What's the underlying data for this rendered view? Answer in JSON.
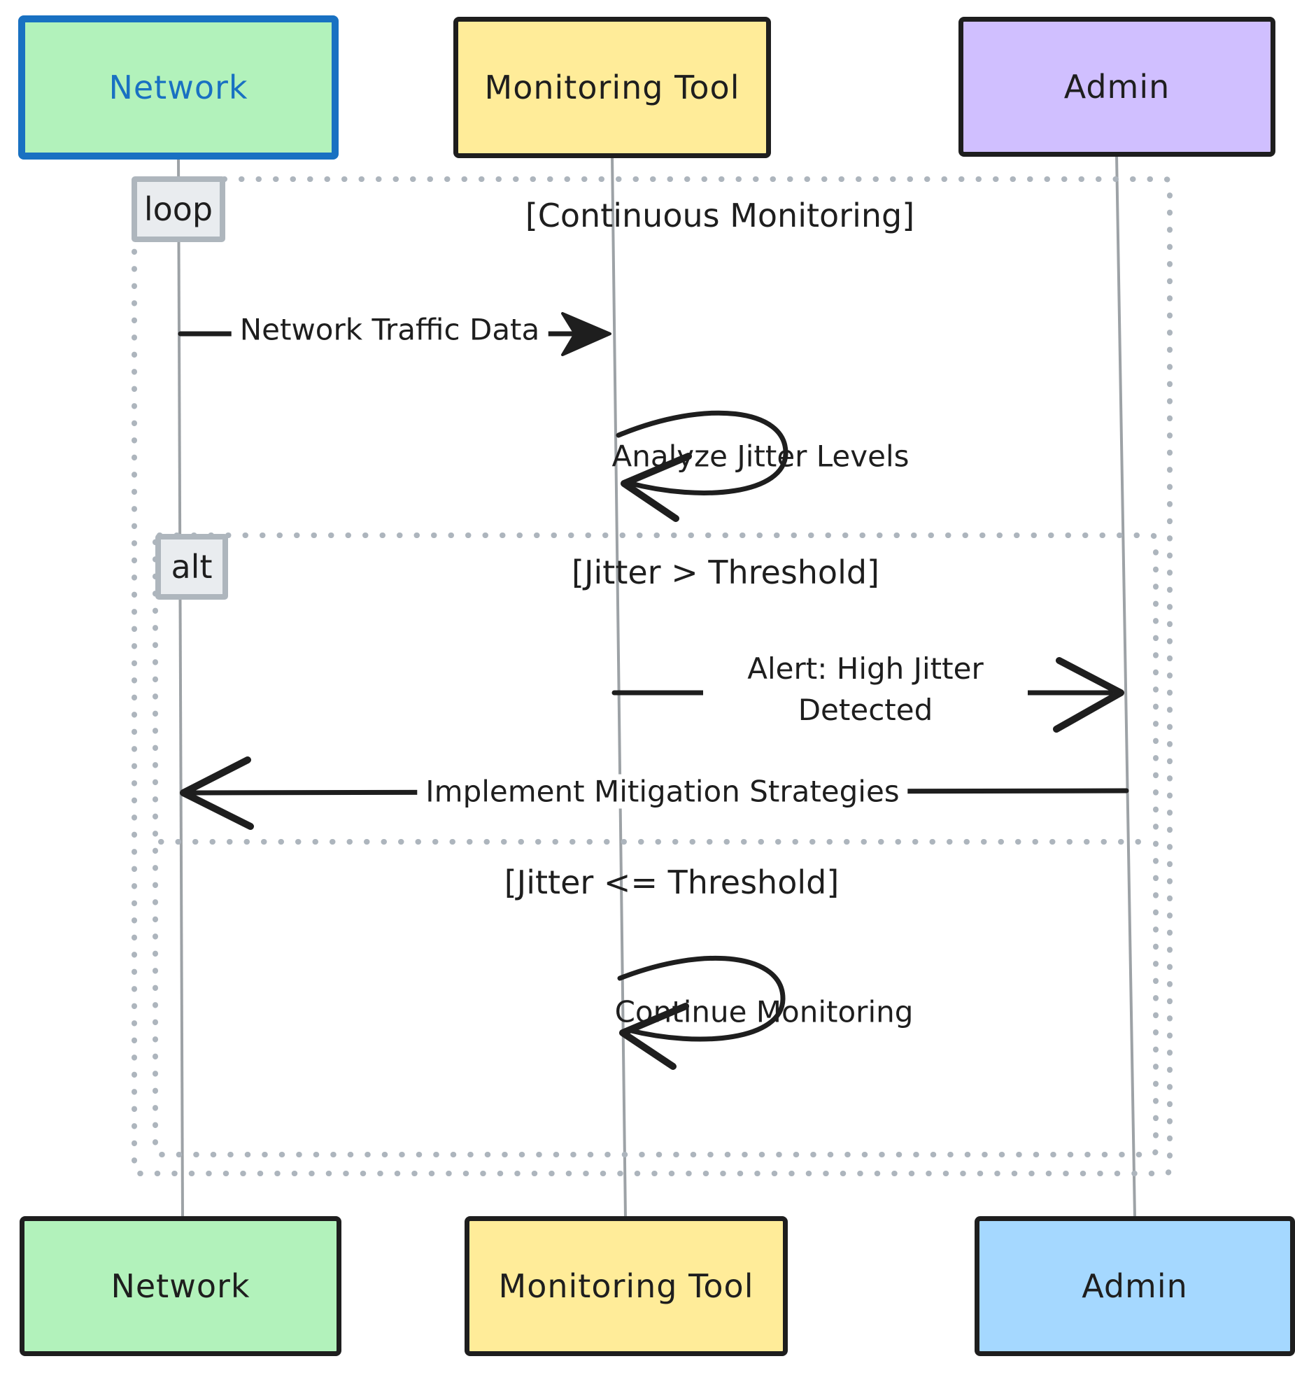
{
  "diagram_type": "sequence-diagram",
  "actors_top": [
    {
      "label": "Network",
      "fill": "#b2f2bb",
      "border": "#1971c2",
      "text_color": "#1971c2",
      "selected": true
    },
    {
      "label": "Monitoring Tool",
      "fill": "#ffec99",
      "border": "#1e1e1e",
      "text_color": "#1e1e1e",
      "selected": false
    },
    {
      "label": "Admin",
      "fill": "#d0bfff",
      "border": "#1e1e1e",
      "text_color": "#1e1e1e",
      "selected": false
    }
  ],
  "actors_bottom": [
    {
      "label": "Network",
      "fill": "#b2f2bb",
      "border": "#1e1e1e",
      "text_color": "#1e1e1e"
    },
    {
      "label": "Monitoring Tool",
      "fill": "#ffec99",
      "border": "#1e1e1e",
      "text_color": "#1e1e1e"
    },
    {
      "label": "Admin",
      "fill": "#a5d8ff",
      "border": "#1e1e1e",
      "text_color": "#1e1e1e"
    }
  ],
  "frames": {
    "loop_label": "loop",
    "loop_condition": "[Continuous Monitoring]",
    "alt_label": "alt",
    "alt_condition_if": "[Jitter > Threshold]",
    "alt_condition_else": "[Jitter <= Threshold]"
  },
  "messages": [
    {
      "label": "Network Traffic Data",
      "from": "Network",
      "to": "Monitoring Tool",
      "self": false
    },
    {
      "label": "Analyze Jitter Levels",
      "from": "Monitoring Tool",
      "to": "Monitoring Tool",
      "self": true
    },
    {
      "label": "Alert: High Jitter Detected",
      "from": "Monitoring Tool",
      "to": "Admin",
      "self": false
    },
    {
      "label": "Implement Mitigation Strategies",
      "from": "Admin",
      "to": "Network",
      "self": false
    },
    {
      "label": "Continue Monitoring",
      "from": "Monitoring Tool",
      "to": "Monitoring Tool",
      "self": true
    }
  ],
  "colors": {
    "background": "#ffffff",
    "selected_accent": "#1971c2",
    "ink": "#1e1e1e",
    "frame_dots": "#adb5bd",
    "label_box_fill": "#e9ecef",
    "label_box_border": "#aeb6bd",
    "lifeline": "#9da2a6",
    "actor_green": "#b2f2bb",
    "actor_yellow": "#ffec99",
    "actor_purple": "#d0bfff",
    "actor_blue": "#a5d8ff"
  }
}
